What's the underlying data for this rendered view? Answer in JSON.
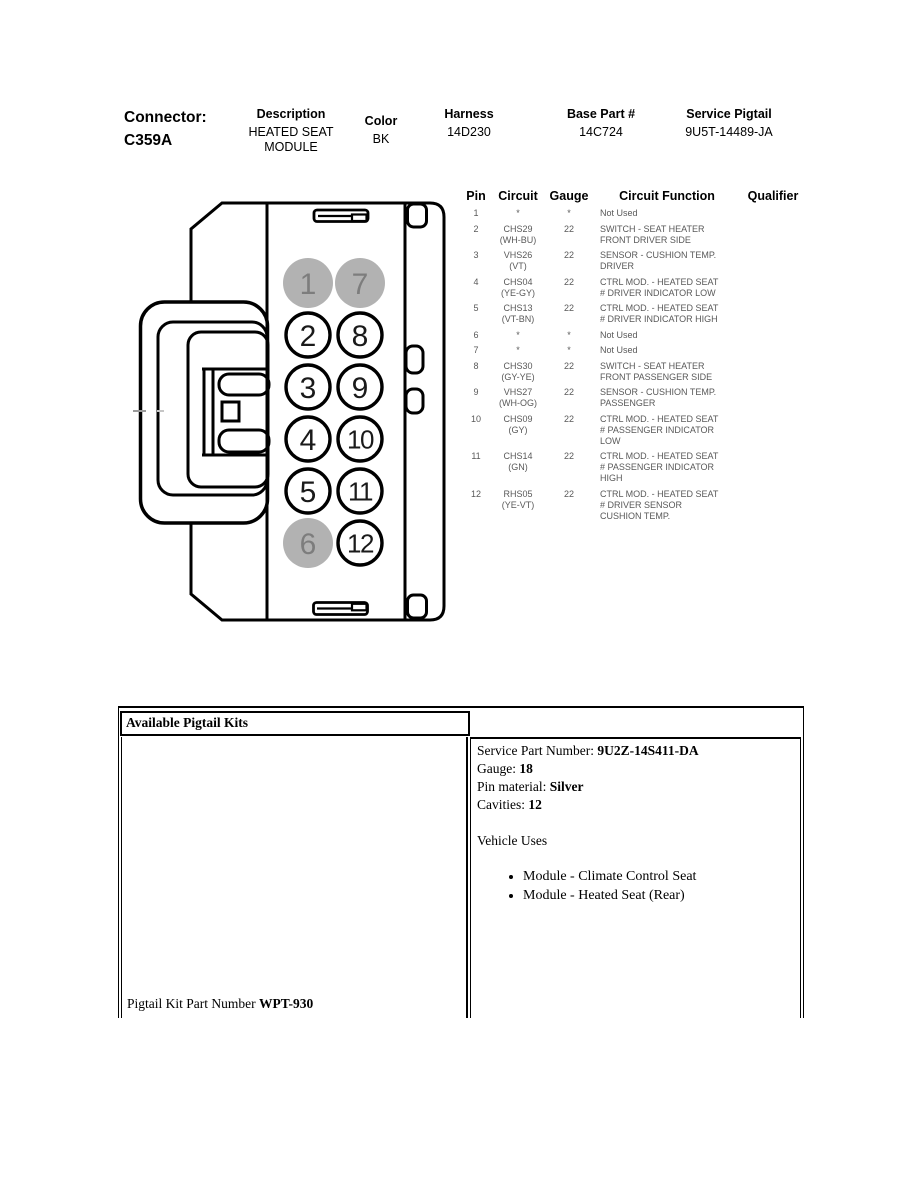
{
  "header": {
    "connector_label": "Connector:",
    "connector_id": "C359A",
    "fields": [
      {
        "label": "Description",
        "value_lines": [
          "HEATED SEAT",
          "MODULE"
        ]
      },
      {
        "label": "Color",
        "value_lines": [
          "BK"
        ]
      },
      {
        "label": "Harness",
        "value_lines": [
          "14D230"
        ]
      },
      {
        "label": "Base Part #",
        "value_lines": [
          "14C724"
        ]
      },
      {
        "label": "Service Pigtail",
        "value_lines": [
          "9U5T-14489-JA"
        ]
      }
    ]
  },
  "pin_table": {
    "columns": [
      "Pin",
      "Circuit",
      "Gauge",
      "Circuit Function",
      "Qualifier"
    ],
    "rows": [
      {
        "pin": "1",
        "circuit": [
          "*"
        ],
        "gauge": "*",
        "function": [
          "Not Used"
        ],
        "qualifier": ""
      },
      {
        "pin": "2",
        "circuit": [
          "CHS29",
          "(WH-BU)"
        ],
        "gauge": "22",
        "function": [
          "SWITCH - SEAT HEATER",
          "FRONT DRIVER SIDE"
        ],
        "qualifier": ""
      },
      {
        "pin": "3",
        "circuit": [
          "VHS26",
          "(VT)"
        ],
        "gauge": "22",
        "function": [
          "SENSOR - CUSHION TEMP.",
          "DRIVER"
        ],
        "qualifier": ""
      },
      {
        "pin": "4",
        "circuit": [
          "CHS04",
          "(YE-GY)"
        ],
        "gauge": "22",
        "function": [
          "CTRL MOD. - HEATED SEAT",
          "# DRIVER INDICATOR LOW"
        ],
        "qualifier": ""
      },
      {
        "pin": "5",
        "circuit": [
          "CHS13",
          "(VT-BN)"
        ],
        "gauge": "22",
        "function": [
          "CTRL MOD. - HEATED SEAT",
          "# DRIVER INDICATOR HIGH"
        ],
        "qualifier": ""
      },
      {
        "pin": "6",
        "circuit": [
          "*"
        ],
        "gauge": "*",
        "function": [
          "Not Used"
        ],
        "qualifier": ""
      },
      {
        "pin": "7",
        "circuit": [
          "*"
        ],
        "gauge": "*",
        "function": [
          "Not Used"
        ],
        "qualifier": ""
      },
      {
        "pin": "8",
        "circuit": [
          "CHS30",
          "(GY-YE)"
        ],
        "gauge": "22",
        "function": [
          "SWITCH - SEAT HEATER",
          "FRONT PASSENGER SIDE"
        ],
        "qualifier": ""
      },
      {
        "pin": "9",
        "circuit": [
          "VHS27",
          "(WH-OG)"
        ],
        "gauge": "22",
        "function": [
          "SENSOR - CUSHION TEMP.",
          "PASSENGER"
        ],
        "qualifier": ""
      },
      {
        "pin": "10",
        "circuit": [
          "CHS09",
          "(GY)"
        ],
        "gauge": "22",
        "function": [
          "CTRL MOD. - HEATED SEAT",
          "# PASSENGER INDICATOR",
          "LOW"
        ],
        "qualifier": ""
      },
      {
        "pin": "11",
        "circuit": [
          "CHS14",
          "(GN)"
        ],
        "gauge": "22",
        "function": [
          "CTRL MOD. - HEATED SEAT",
          "# PASSENGER INDICATOR",
          "HIGH"
        ],
        "qualifier": ""
      },
      {
        "pin": "12",
        "circuit": [
          "RHS05",
          "(YE-VT)"
        ],
        "gauge": "22",
        "function": [
          "CTRL MOD. - HEATED SEAT",
          "# DRIVER SENSOR",
          "CUSHION TEMP."
        ],
        "qualifier": ""
      }
    ]
  },
  "connector_diagram": {
    "pins": [
      {
        "number": "1",
        "unused": true
      },
      {
        "number": "2",
        "unused": false
      },
      {
        "number": "3",
        "unused": false
      },
      {
        "number": "4",
        "unused": false
      },
      {
        "number": "5",
        "unused": false
      },
      {
        "number": "6",
        "unused": true
      },
      {
        "number": "7",
        "unused": true
      },
      {
        "number": "8",
        "unused": false
      },
      {
        "number": "9",
        "unused": false
      },
      {
        "number": "10",
        "unused": false
      },
      {
        "number": "11",
        "unused": false
      },
      {
        "number": "12",
        "unused": false
      }
    ],
    "colors": {
      "outline": "#000000",
      "used_fill": "#ffffff",
      "used_text": "#1a1a1a",
      "unused_fill": "#b2b2b2",
      "unused_text": "#7d7d7d"
    }
  },
  "pigtail_kits": {
    "title": "Available Pigtail Kits",
    "details": [
      {
        "label": "Service Part Number: ",
        "value": "9U2Z-14S411-DA"
      },
      {
        "label": "Gauge: ",
        "value": "18"
      },
      {
        "label": "Pin material: ",
        "value": "Silver"
      },
      {
        "label": "Cavities: ",
        "value": "12"
      }
    ],
    "vehicle_uses_title": "Vehicle Uses",
    "vehicle_uses": [
      "Module - Climate Control Seat",
      "Module - Heated Seat (Rear)"
    ],
    "kit_label": "Pigtail Kit Part Number ",
    "kit_value": "WPT-930"
  }
}
